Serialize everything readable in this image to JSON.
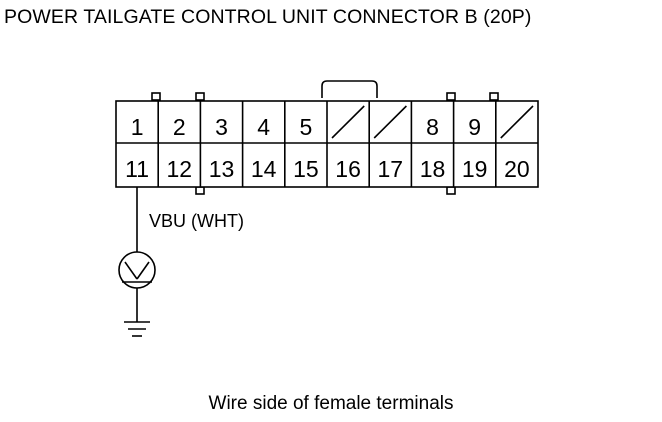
{
  "title": "POWER TAILGATE CONTROL UNIT CONNECTOR B (20P)",
  "caption": "Wire side of female terminals",
  "connector": {
    "top_row": [
      "1",
      "2",
      "3",
      "4",
      "5",
      "",
      "",
      "8",
      "9",
      ""
    ],
    "bottom_row": [
      "11",
      "12",
      "13",
      "14",
      "15",
      "16",
      "17",
      "18",
      "19",
      "20"
    ],
    "empty_cavities": [
      "6",
      "7",
      "10"
    ]
  },
  "wire": {
    "terminal": "11",
    "label": "VBU (WHT)",
    "meter_symbol": "V",
    "meter_icon": "voltmeter-icon",
    "ground_icon": "ground-icon"
  }
}
